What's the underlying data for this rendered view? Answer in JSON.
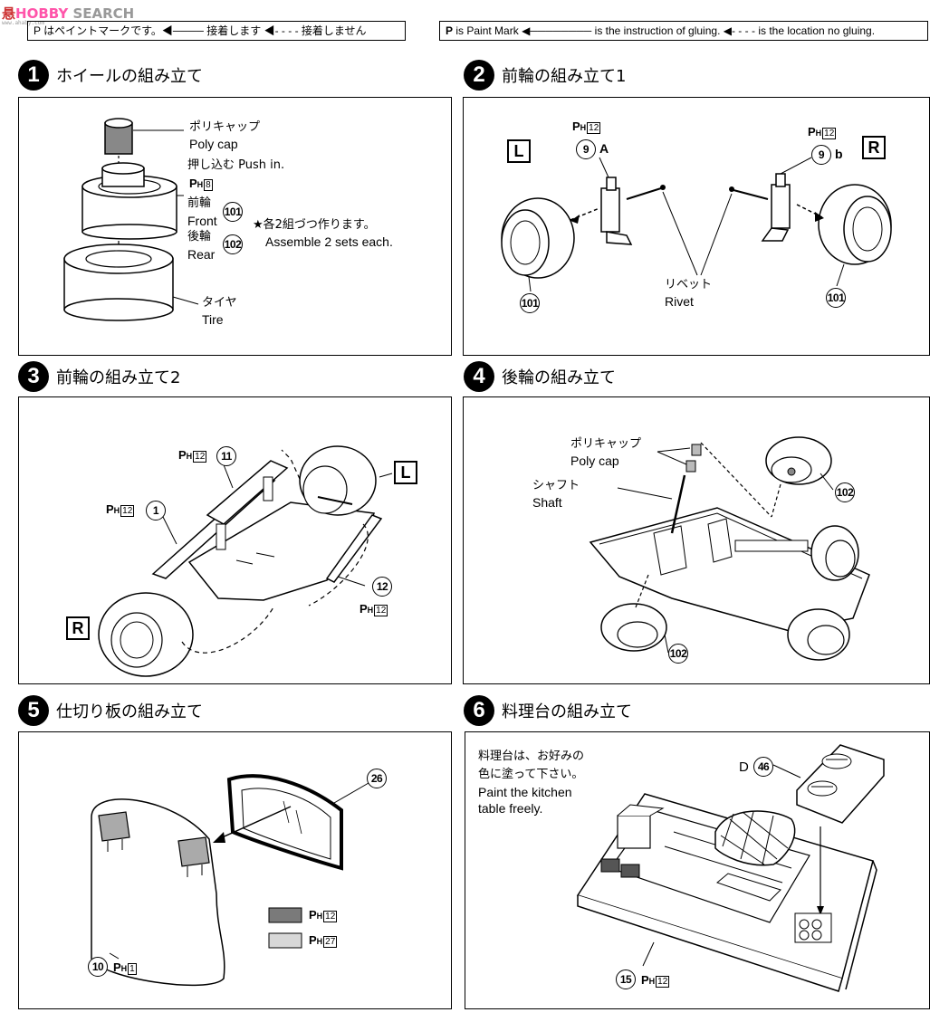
{
  "watermark": {
    "top": "SEARCH",
    "bottom": "www.ahaby.com"
  },
  "legend_jp": {
    "text": "P はペイントマークです。◀──── 接着します ◀- - - - 接着しません"
  },
  "legend_en": {
    "p": "P",
    "paint_mark": "is Paint Mark",
    "gluing": "is the instruction of gluing.",
    "no_gluing": "is the location no gluing."
  },
  "paint": {
    "p": "P",
    "h": "H"
  },
  "steps": [
    {
      "num": "1",
      "title": "ホイールの組み立て"
    },
    {
      "num": "2",
      "title": "前輪の組み立て1"
    },
    {
      "num": "3",
      "title": "前輪の組み立て2"
    },
    {
      "num": "4",
      "title": "後輪の組み立て"
    },
    {
      "num": "5",
      "title": "仕切り板の組み立て"
    },
    {
      "num": "6",
      "title": "料理台の組み立て"
    }
  ],
  "p1": {
    "polycap_jp": "ポリキャップ",
    "polycap_en": "Poly cap",
    "push_in": "押し込む Push in.",
    "ph": "8",
    "front_jp": "前輪",
    "front_en": "Front",
    "front_part": "101",
    "rear_jp": "後輪",
    "rear_en": "Rear",
    "rear_part": "102",
    "note_jp": "★各2組づつ作ります。",
    "note_en": "Assemble 2 sets each.",
    "tire_jp": "タイヤ",
    "tire_en": "Tire"
  },
  "p2": {
    "L": "L",
    "R": "R",
    "ph_left": "12",
    "ph_right": "12",
    "part_left": "9",
    "suffix_left": "A",
    "part_right": "9",
    "suffix_right": "b",
    "rivet_jp": "リベット",
    "rivet_en": "Rivet",
    "wheel_left": "101",
    "wheel_right": "101"
  },
  "p3": {
    "ph_top": "12",
    "ph_left": "12",
    "ph_right": "12",
    "part_top": "11",
    "part_left": "1",
    "part_right": "12",
    "L": "L",
    "R": "R"
  },
  "p4": {
    "polycap_jp": "ポリキャップ",
    "polycap_en": "Poly cap",
    "shaft_jp": "シャフト",
    "shaft_en": "Shaft",
    "wheel_top": "102",
    "wheel_bottom": "102"
  },
  "p5": {
    "part_top": "26",
    "part_bottom": "10",
    "ph_bottom": "1",
    "swatch1": "12",
    "swatch2": "27"
  },
  "p6": {
    "note_jp1": "料理台は、お好みの",
    "note_jp2": "色に塗って下さい。",
    "note_en1": "Paint the kitchen",
    "note_en2": "table freely.",
    "part_d": "D",
    "part_d_num": "46",
    "part_bottom": "15",
    "ph_bottom": "12"
  },
  "colors": {
    "swatch_dark": "#7a7a7a",
    "swatch_light": "#d8d8d8"
  }
}
